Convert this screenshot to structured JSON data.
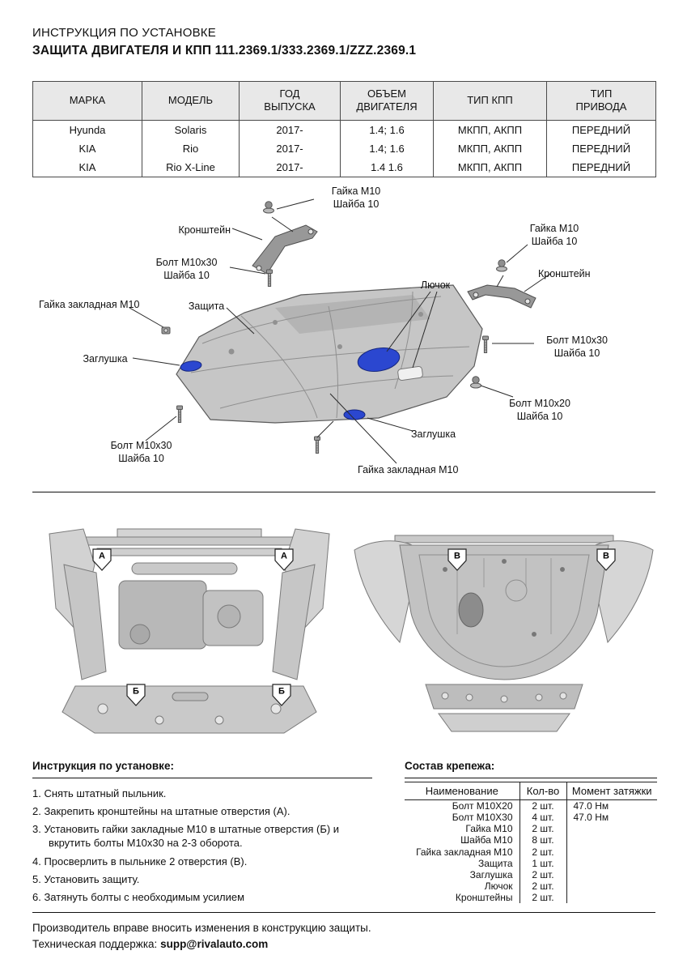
{
  "header": {
    "title": "ИНСТРУКЦИЯ ПО УСТАНОВКЕ",
    "subtitle": "ЗАЩИТА ДВИГАТЕЛЯ И КПП  111.2369.1/333.2369.1/ZZZ.2369.1"
  },
  "fitment_table": {
    "headers": [
      "МАРКА",
      "МОДЕЛЬ",
      "ГОД\nВЫПУСКА",
      "ОБЪЕМ\nДВИГАТЕЛЯ",
      "ТИП КПП",
      "ТИП\nПРИВОДА"
    ],
    "rows": [
      [
        "Hyunda",
        "Solaris",
        "2017-",
        "1.4; 1.6",
        "МКПП, АКПП",
        "ПЕРЕДНИЙ"
      ],
      [
        "KIA",
        "Rio",
        "2017-",
        "1.4; 1.6",
        "МКПП, АКПП",
        "ПЕРЕДНИЙ"
      ],
      [
        "KIA",
        "Rio X-Line",
        "2017-",
        "1.4 1.6",
        "МКПП, АКПП",
        "ПЕРЕДНИЙ"
      ]
    ]
  },
  "diagram": {
    "labels": {
      "nut_washer_top": "Гайка М10\nШайба 10",
      "bracket_left": "Кронштейн",
      "bolt_left": "Болт М10х30\nШайба 10",
      "anchor_nut_left": "Гайка закладная М10",
      "shield": "Защита",
      "plug_left": "Заглушка",
      "hatch": "Лючок",
      "nut_washer_right": "Гайка М10\nШайба 10",
      "bracket_right": "Кронштейн",
      "bolt_right": "Болт М10х30\nШайба 10",
      "bolt_m10x20": "Болт М10х20\nШайба 10",
      "plug_bottom": "Заглушка",
      "anchor_nut_bottom": "Гайка закладная М10",
      "bolt_bottom": "Болт М10х30\nШайба 10"
    },
    "markers": {
      "a": "А",
      "b": "Б",
      "v": "В"
    }
  },
  "instructions": {
    "heading": "Инструкция по установке:",
    "items": [
      "1. Снять штатный пыльник.",
      "2. Закрепить кронштейны на штатные отверстия (А).",
      "3. Установить гайки закладные М10 в штатные отверстия (Б) и вкрутить болты М10х30 на 2-3 оборота.",
      "4. Просверлить в пыльнике 2 отверстия (В).",
      "5. Установить защиту.",
      "6. Затянуть болты с необходимым усилием"
    ]
  },
  "hardware": {
    "heading": "Состав крепежа:",
    "headers": [
      "Наименование",
      "Кол-во",
      "Момент затяжки"
    ],
    "rows": [
      [
        "Болт М10Х20",
        "2 шт.",
        "47.0 Нм"
      ],
      [
        "Болт М10Х30",
        "4 шт.",
        "47.0 Нм"
      ],
      [
        "Гайка М10",
        "2 шт.",
        ""
      ],
      [
        "Шайба М10",
        "8 шт.",
        ""
      ],
      [
        "Гайка закладная М10",
        "2 шт.",
        ""
      ],
      [
        "Защита",
        "1 шт.",
        ""
      ],
      [
        "Заглушка",
        "2 шт.",
        ""
      ],
      [
        "Лючок",
        "2 шт.",
        ""
      ],
      [
        "Кронштейны",
        "2 шт.",
        ""
      ]
    ]
  },
  "footer": {
    "line1": "Производитель вправе вносить изменения в конструкцию защиты.",
    "support_label": "Техническая поддержка:",
    "support_email": "supp@rivalauto.com"
  },
  "colors": {
    "accent_blue": "#2b47d0",
    "table_header_bg": "#e8e8e8",
    "plate_gray": "#c6c6c6"
  }
}
